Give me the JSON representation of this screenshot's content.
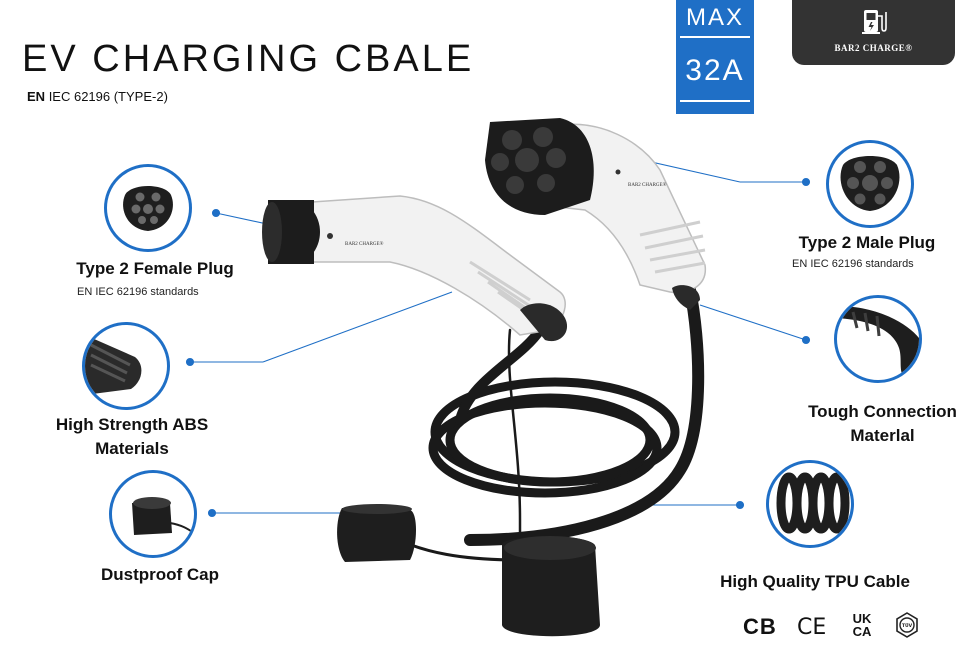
{
  "title": "EV CHARGING CBALE",
  "standard": {
    "prefix": "EN",
    "rest": "IEC 62196 (TYPE-2)"
  },
  "badge": {
    "line1": "MAX",
    "line2": "32A"
  },
  "brand": {
    "name": "BAR2 CHARGE®",
    "plug_text": "BAR2 CHARGE®"
  },
  "features": {
    "female_plug": {
      "label": "Type 2 Female Plug",
      "standard": "EN IEC 62196 standards"
    },
    "abs": {
      "label_line1": "High Strength ABS",
      "label_line2": "Materials"
    },
    "cap": {
      "label": "Dustproof Cap"
    },
    "male_plug": {
      "label": "Type 2 Male Plug",
      "standard": "EN IEC 62196 standards"
    },
    "connection": {
      "label_line1": "Tough Connection",
      "label_line2": "Materlal"
    },
    "tpu": {
      "label": "High Quality TPU Cable"
    }
  },
  "certifications": [
    "CB",
    "CE",
    "UK CA",
    "TÜV"
  ],
  "colors": {
    "accent": "#1f6fc6",
    "brand_bg": "#333333",
    "plug_body": "#f2f2f2",
    "cable": "#1a1a1a"
  }
}
